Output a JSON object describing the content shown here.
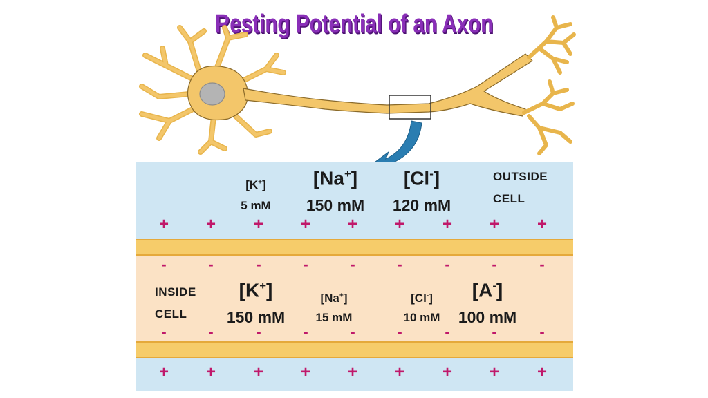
{
  "title": "Resting Potential of an Axon",
  "outside": {
    "label_line1": "Outside",
    "label_line2": "cell",
    "ions": [
      {
        "ion": "[K+]",
        "conc": "5 mM"
      },
      {
        "ion": "[Na+]",
        "conc": "150 mM"
      },
      {
        "ion": "[Cl-]",
        "conc": "120 mM"
      }
    ]
  },
  "inside": {
    "label_line1": "Inside",
    "label_line2": "cell",
    "ions": [
      {
        "ion": "[K+]",
        "conc": "150 mM"
      },
      {
        "ion": "[Na+]",
        "conc": "15 mM"
      },
      {
        "ion": "[Cl-]",
        "conc": "10 mM"
      },
      {
        "ion": "[A-]",
        "conc": "100 mM"
      }
    ]
  },
  "charges": {
    "positive": "+",
    "negative": "-"
  },
  "colors": {
    "title": "#8a2fb8",
    "outside_fluid": "#cfe6f3",
    "inside_fluid": "#fbe2c5",
    "membrane": "#f6cc6a",
    "positive_charge": "#c0186a",
    "neuron": "#f3c66a",
    "nucleus": "#b4b4b4",
    "arrow": "#2a7db1"
  }
}
